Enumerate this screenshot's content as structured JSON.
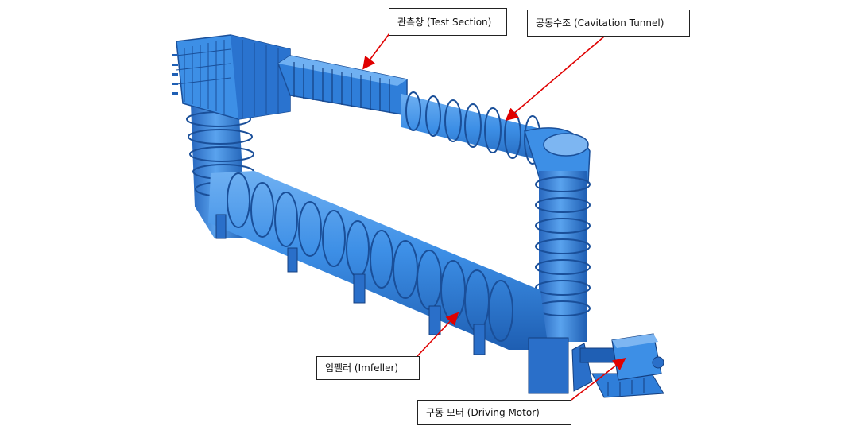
{
  "labels": {
    "test_section": "관측창 (Test Section)",
    "cavitation_tunnel": "공동수조 (Cavitation Tunnel)",
    "impeller": "임펠러 (Imfeller)",
    "driving_motor": "구동 모터 (Driving Motor)"
  },
  "colors": {
    "tunnel_blue": "#3d8fe6",
    "tunnel_dark": "#1f5fb4",
    "tunnel_light": "#7db6f2",
    "arrow_red": "#e00000"
  }
}
